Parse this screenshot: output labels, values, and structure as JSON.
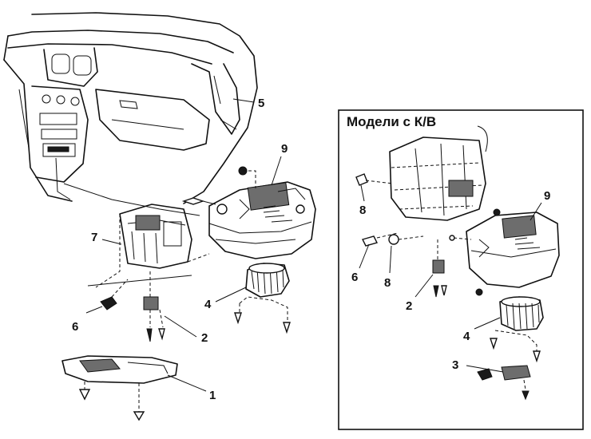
{
  "inset": {
    "title": "Модели с К/В"
  },
  "callouts_main": {
    "c1": "1",
    "c2": "2",
    "c4": "4",
    "c5": "5",
    "c6": "6",
    "c7": "7",
    "c9": "9"
  },
  "callouts_inset": {
    "c2": "2",
    "c3": "3",
    "c4": "4",
    "c6": "6",
    "c8a": "8",
    "c8b": "8",
    "c9": "9"
  }
}
